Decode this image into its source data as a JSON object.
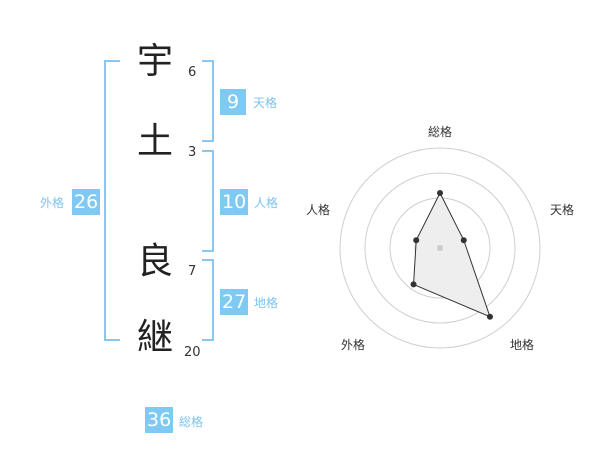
{
  "name": {
    "characters": [
      {
        "char": "宇",
        "strokes": "6"
      },
      {
        "char": "土",
        "strokes": "3"
      },
      {
        "char": "良",
        "strokes": "7"
      },
      {
        "char": "継",
        "strokes": "20"
      }
    ]
  },
  "fortunes": {
    "tenkaku": {
      "value": "9",
      "label": "天格"
    },
    "jinkaku": {
      "value": "10",
      "label": "人格"
    },
    "chikaku": {
      "value": "27",
      "label": "地格"
    },
    "gaikaku": {
      "value": "26",
      "label": "外格"
    },
    "soukaku": {
      "value": "36",
      "label": "総格"
    }
  },
  "radar": {
    "axes": [
      "総格",
      "天格",
      "地格",
      "外格",
      "人格"
    ]
  },
  "chart_data": {
    "type": "radar",
    "categories": [
      "総格",
      "天格",
      "地格",
      "外格",
      "人格"
    ],
    "values": [
      0.55,
      0.25,
      0.85,
      0.45,
      0.25
    ],
    "rings": 4,
    "grid": true
  },
  "colors": {
    "accent": "#80c9f3",
    "bracket": "#86c8ef",
    "label": "#7ec3ee",
    "radar_fill": "#eeeeee",
    "radar_line": "#333333"
  }
}
